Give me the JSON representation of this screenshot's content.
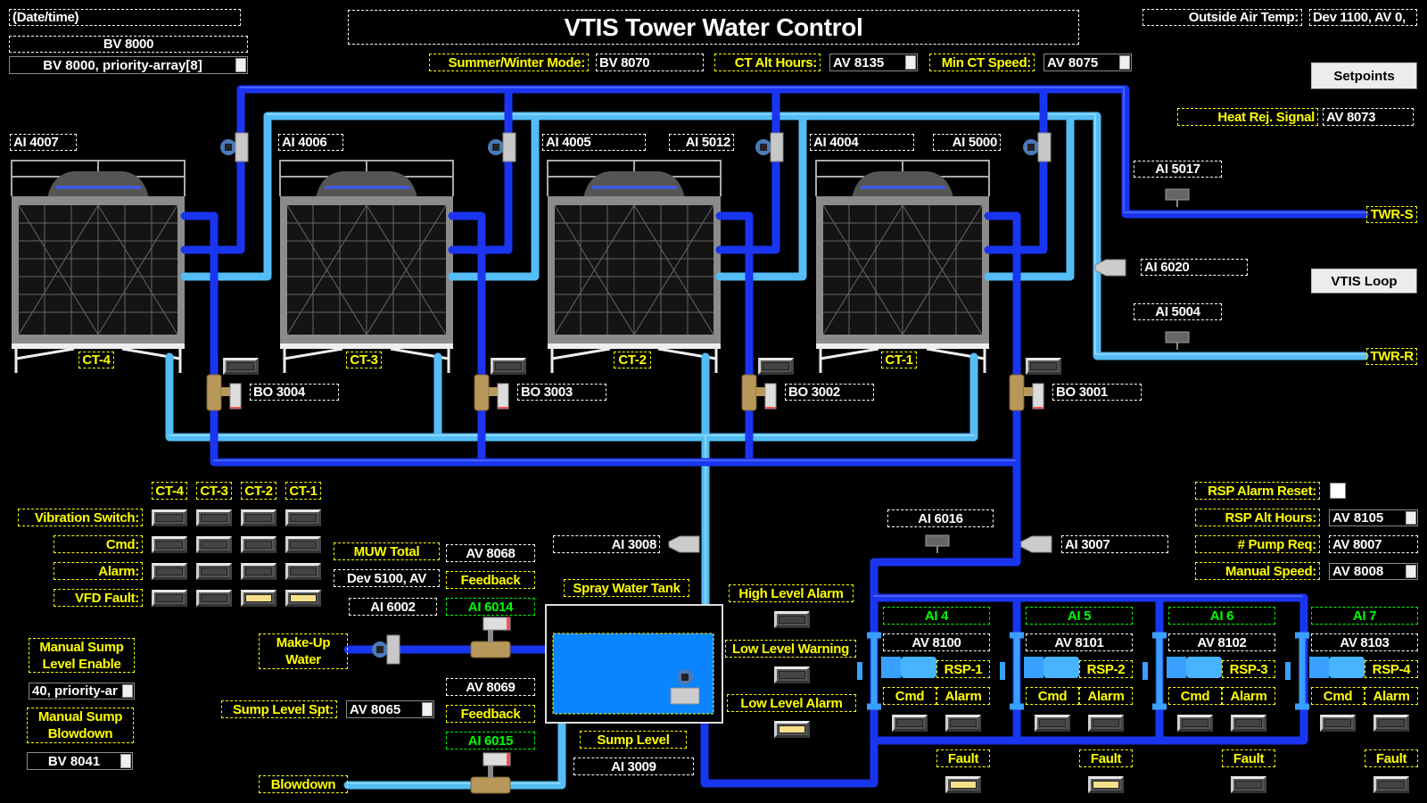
{
  "header": {
    "datetime": "(Date/time)",
    "bv8000": "BV 8000",
    "bv8000_priority": "BV 8000, priority-array[8]",
    "title": "VTIS Tower Water Control",
    "summer_winter_label": "Summer/Winter Mode:",
    "summer_winter_value": "BV 8070",
    "ct_alt_hours_label": "CT Alt Hours:",
    "ct_alt_hours_value": "AV 8135",
    "min_ct_speed_label": "Min CT Speed:",
    "min_ct_speed_value": "AV 8075",
    "outside_air_label": "Outside Air Temp:",
    "outside_air_value": "Dev 1100, AV 0,",
    "setpoints": "Setpoints",
    "heat_rej_label": "Heat Rej. Signal",
    "heat_rej_value": "AV 8073",
    "vtis_loop": "VTIS Loop"
  },
  "loop": {
    "ai5017": "AI 5017",
    "twr_s": "TWR-S",
    "ai6020": "AI 6020",
    "ai5004": "AI 5004",
    "twr_r": "TWR-R"
  },
  "towers": [
    {
      "name": "CT-4",
      "ai": "AI 4007",
      "valve": "BO 3004",
      "valve_state": 0
    },
    {
      "name": "CT-3",
      "ai": "AI 4006",
      "valve": "BO 3003",
      "valve_state": 0
    },
    {
      "name": "CT-2",
      "ai": "AI 4005",
      "ai2": "AI 5012",
      "valve": "BO 3002",
      "valve_state": 0
    },
    {
      "name": "CT-1",
      "ai": "AI 4004",
      "ai2": "AI 5000",
      "valve": "BO 3001",
      "valve_state": 0
    }
  ],
  "ct_status": {
    "headers": [
      "CT-4",
      "CT-3",
      "CT-2",
      "CT-1"
    ],
    "rows": [
      {
        "label": "Vibration Switch:",
        "states": [
          0,
          0,
          0,
          0
        ]
      },
      {
        "label": "Cmd:",
        "states": [
          0,
          0,
          0,
          0
        ]
      },
      {
        "label": "Alarm:",
        "states": [
          0,
          0,
          0,
          0
        ]
      },
      {
        "label": "VFD Fault:",
        "states": [
          0,
          0,
          1,
          1
        ]
      }
    ]
  },
  "makeup": {
    "muw_total_label": "MUW Total",
    "muw_total_value": "AV 8068",
    "dev": "Dev 5100, AV",
    "feedback_label": "Feedback",
    "ai6002": "AI 6002",
    "ai6014": "AI 6014",
    "label_1": "Make-Up",
    "label_2": "Water"
  },
  "sump": {
    "level_enable_label": "Manual Sump Level Enable",
    "level_enable_value": "40, priority-ar",
    "blowdown_label": "Manual Sump Blowdown",
    "blowdown_value": "BV 8041",
    "spt_label": "Sump Level Spt:",
    "spt_value": "AV 8065"
  },
  "blowdown": {
    "av8069": "AV 8069",
    "feedback_label": "Feedback",
    "ai6015": "AI 6015",
    "label": "Blowdown"
  },
  "tank": {
    "label": "Spray Water Tank",
    "ai3008": "AI 3008",
    "sump_level_label": "Sump Level",
    "ai3009": "AI 3009",
    "alarms": [
      {
        "label": "High Level Alarm",
        "state": 0
      },
      {
        "label": "Low Level Warning",
        "state": 0
      },
      {
        "label": "Low Level Alarm",
        "state": 1
      }
    ]
  },
  "pumps_panel": {
    "ai6016": "AI 6016",
    "ai3007": "AI 3007",
    "rsp_alarm_reset_label": "RSP Alarm Reset:",
    "rsp_alt_hours_label": "RSP Alt Hours:",
    "rsp_alt_hours_value": "AV 8105",
    "pump_req_label": "# Pump Req:",
    "pump_req_value": "AV 8007",
    "manual_speed_label": "Manual Speed:",
    "manual_speed_value": "AV 8008"
  },
  "pumps": [
    {
      "ai": "AI 4",
      "av": "AV 8100",
      "name": "RSP-1",
      "cmd_label": "Cmd",
      "alarm_label": "Alarm",
      "fault_label": "Fault",
      "cmd": 0,
      "alarm": 0,
      "fault": 1
    },
    {
      "ai": "AI 5",
      "av": "AV 8101",
      "name": "RSP-2",
      "cmd_label": "Cmd",
      "alarm_label": "Alarm",
      "fault_label": "Fault",
      "cmd": 0,
      "alarm": 0,
      "fault": 1
    },
    {
      "ai": "AI 6",
      "av": "AV 8102",
      "name": "RSP-3",
      "cmd_label": "Cmd",
      "alarm_label": "Alarm",
      "fault_label": "Fault",
      "cmd": 0,
      "alarm": 0,
      "fault": 0
    },
    {
      "ai": "AI 7",
      "av": "AV 8103",
      "name": "RSP-4",
      "cmd_label": "Cmd",
      "alarm_label": "Alarm",
      "fault_label": "Fault",
      "cmd": 0,
      "alarm": 0,
      "fault": 0
    }
  ],
  "colors": {
    "supply_pipe": "#1a35f0",
    "return_pipe": "#55bdf5",
    "label_yellow": "#ffff00",
    "label_green": "#00ff00",
    "tank_water": "#0a84ff",
    "indicator_on": "#f8e08a"
  }
}
